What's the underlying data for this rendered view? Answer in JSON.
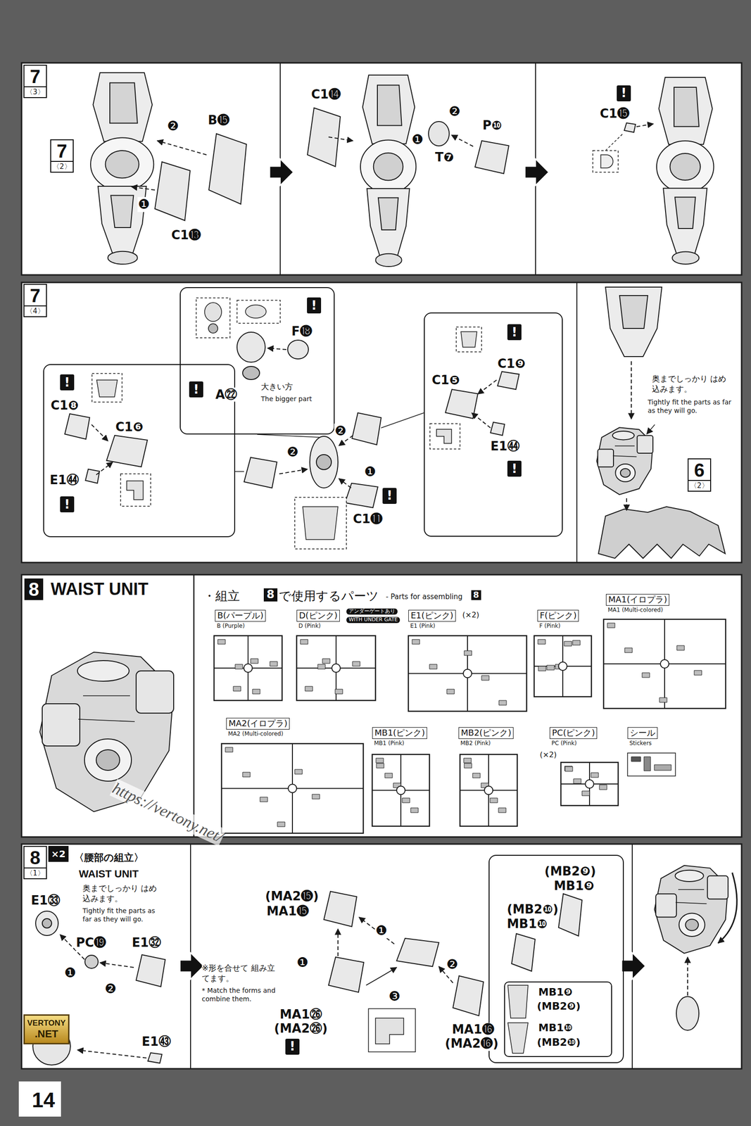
{
  "diagram": {
    "nodes": [
      {
        "text": [
          "7",
          "〈3〉"
        ]
      },
      {
        "text": [
          "7",
          "〈2〉"
        ]
      },
      {
        "text": [
          "7",
          "〈4〉"
        ]
      },
      {
        "text": [
          "!",
          "C1❽",
          "C1❻",
          "E1㊹",
          "!"
        ]
      },
      {
        "text": [
          "!",
          "F⓲",
          "!",
          "A㉒",
          "大きい方",
          "The bigger part"
        ]
      },
      {
        "text": [
          "!",
          "C1❾",
          "C1❺",
          "E1㊹",
          "!"
        ]
      },
      {
        "text": [
          "6",
          "〈2〉"
        ]
      },
      {
        "text": [
          "8",
          "WAIST UNIT"
        ]
      },
      {
        "text": [
          "8",
          "〈1〉"
        ]
      },
      {
        "text": [
          "×2"
        ]
      },
      {
        "text": [
          "(MB2❾)",
          "MB1❾",
          "(MB2❿)",
          "MB1❿"
        ]
      },
      {
        "text": [
          "MB1❾",
          "(MB2❾)",
          "MB1❿",
          "(MB2❿)"
        ],
        "in": 10
      },
      {
        "text": [
          "VERTONY",
          ".NET"
        ]
      }
    ],
    "labels": [
      "❷",
      "B⓯",
      "❶",
      "C1⓭",
      "C1⓮",
      "❷",
      "P❿",
      "❶",
      "T❼",
      "!",
      "C1⓯",
      "❷",
      "❷",
      "❶",
      "!",
      "C1⓫",
      "奥までしっかり はめ込みます。",
      "Tightly fit the parts as far as they will go.",
      "・組立",
      "8",
      "で使用するパーツ",
      "- Parts for assembling",
      "8",
      "B(パープル)",
      "B (Purple)",
      "D(ピンク)",
      "D (Pink)",
      "アンダーゲートあり",
      "WITH UNDER GATE",
      "E1(ピンク)",
      "(×2)",
      "E1 (Pink)",
      "F(ピンク)",
      "F (Pink)",
      "MA1(イロプラ)",
      "MA1 (Multi-colored)",
      "MA2(イロプラ)",
      "MA2 (Multi-colored)",
      "MB1(ピンク)",
      "MB1 (Pink)",
      "MB2(ピンク)",
      "MB2 (Pink)",
      "PC(ピンク)",
      "PC (Pink)",
      "(×2)",
      "シール",
      "Stickers",
      "〈腰部の組立〉",
      "WAIST UNIT",
      "奥までしっかり はめ込みます。",
      "Tightly fit the parts as far as they will go.",
      "E1㉝",
      "PC⓳",
      "E1㉜",
      "❶",
      "❷",
      "E1㊸",
      "(MA2⓯)",
      "MA1⓯",
      "❶",
      "❶",
      "※形を合せて 組み立てます。",
      "* Match the forms and combine them.",
      "MA1㉖",
      "(MA2㉖)",
      "!",
      "❸",
      "❷",
      "MA1⓰",
      "(MA2⓰)",
      "https://vertony.net/",
      "14"
    ]
  }
}
